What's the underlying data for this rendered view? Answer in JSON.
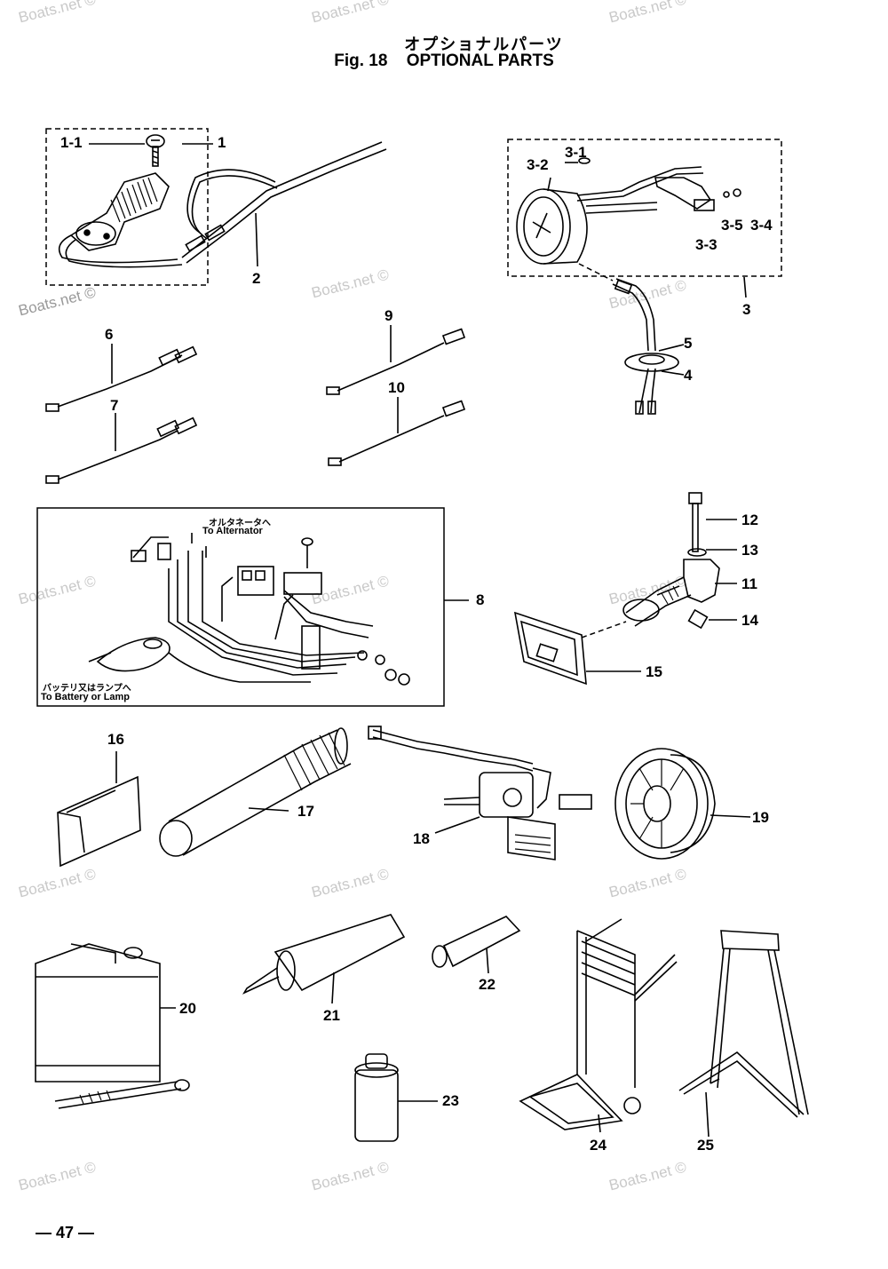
{
  "header": {
    "title_jp": "オプショナルパーツ",
    "fig_label": "Fig. 18",
    "title": "OPTIONAL PARTS"
  },
  "page_number": "— 47 —",
  "watermark": "Boats.net ©",
  "annotations": {
    "to_alternator_jp": "オルタネータへ",
    "to_alternator": "To Alternator",
    "to_battery_jp": "バッテリ又はランプへ",
    "to_battery": "To Battery or Lamp"
  },
  "labels": {
    "p1": "1",
    "p1_1": "1-1",
    "p2": "2",
    "p3": "3",
    "p3_1": "3-1",
    "p3_2": "3-2",
    "p3_3": "3-3",
    "p3_4": "3-4",
    "p3_5": "3-5",
    "p4": "4",
    "p5": "5",
    "p6": "6",
    "p7": "7",
    "p8": "8",
    "p9": "9",
    "p10": "10",
    "p11": "11",
    "p12": "12",
    "p13": "13",
    "p14": "14",
    "p15": "15",
    "p16": "16",
    "p17": "17",
    "p18": "18",
    "p19": "19",
    "p20": "20",
    "p21": "21",
    "p22": "22",
    "p23": "23",
    "p24": "24",
    "p25": "25"
  }
}
